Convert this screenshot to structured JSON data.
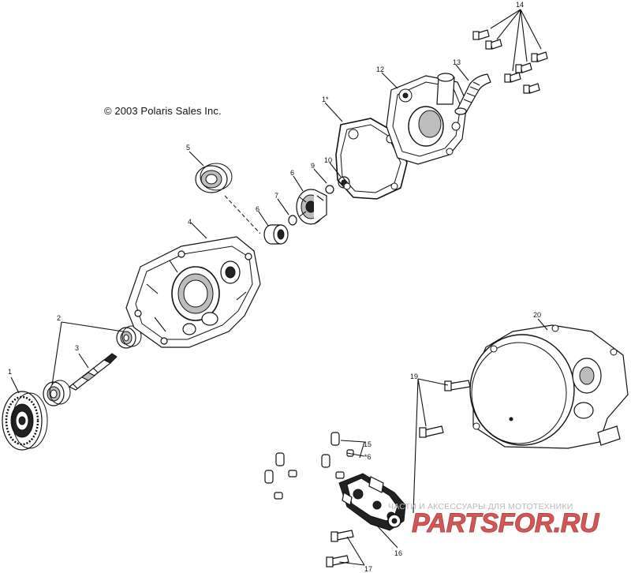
{
  "copyright": "© 2003 Polaris Sales Inc.",
  "watermark": {
    "text": "ЧАСТИ И АКСЕССУАРЫ ДЛЯ МОТОТЕХНИКИ",
    "logo": "PARTSFOR.RU",
    "logo_color": "#cc1d1d"
  },
  "callouts": {
    "c1": "1",
    "c1star": "1*",
    "c2": "2",
    "c3": "3",
    "c4": "4",
    "c5": "5",
    "c6a": "6",
    "c6b": "6",
    "c7": "7",
    "c9": "9",
    "c10": "10",
    "c12": "12",
    "c13": "13",
    "c14": "14",
    "c15": "15",
    "c16": "16",
    "c17": "17",
    "c19": "19",
    "c20": "20",
    "c_star6": "*6"
  },
  "icons": [
    "gear-icon",
    "bearing-icon",
    "shaft-icon",
    "housing-icon",
    "seal-icon",
    "impeller-icon",
    "gasket-icon",
    "pump-cover-icon",
    "hose-icon",
    "bolt-icon",
    "clutch-cover-icon",
    "valve-block-icon"
  ]
}
